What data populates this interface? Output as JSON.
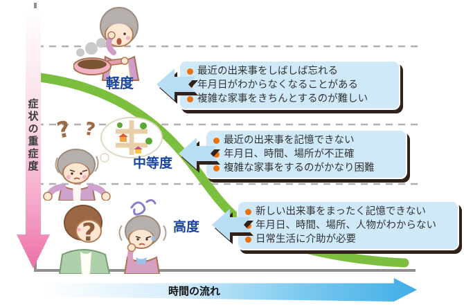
{
  "axes": {
    "y_label": "症状の重症度",
    "x_label": "時間の流れ"
  },
  "stages": [
    {
      "label": "軽度",
      "symptoms": [
        "最近の出来事をしばしば忘れる",
        "年月日がわからなくなることがある",
        "複雑な家事をきちんとするのが難しい"
      ]
    },
    {
      "label": "中等度",
      "symptoms": [
        "最近の出来事を記憶できない",
        "年月日、時間、場所が不正確",
        "複雑な家事をするのがかなり困難"
      ]
    },
    {
      "label": "高度",
      "symptoms": [
        "新しい出来事をまったく記憶できない",
        "年月日、時間、場所、人物がわからない",
        "日常生活に介助が必要"
      ]
    }
  ],
  "colors": {
    "curve_green": "#7cbf3f",
    "callout_blue": "#cfe9f8",
    "bullet_orange": "#e8720c",
    "stage_label_blue": "#17459e",
    "severity_arrow_pink": "#ec6fa6",
    "time_arrow_blue": "#3fade6",
    "axis_gray": "#8f8f8f",
    "dashed_line_gray": "#b0b0b0",
    "shadow_brown": "#30211a"
  },
  "icons": {
    "illustration_1": "cooking-grandma-burnt-pan-illustration",
    "illustration_2": "confused-grandma-lost-map-illustration",
    "illustration_3": "grandma-not-recognizing-family-illustration",
    "pointer": "left-arrow-icon",
    "severity": "down-arrow-icon",
    "time": "right-arrow-icon"
  }
}
